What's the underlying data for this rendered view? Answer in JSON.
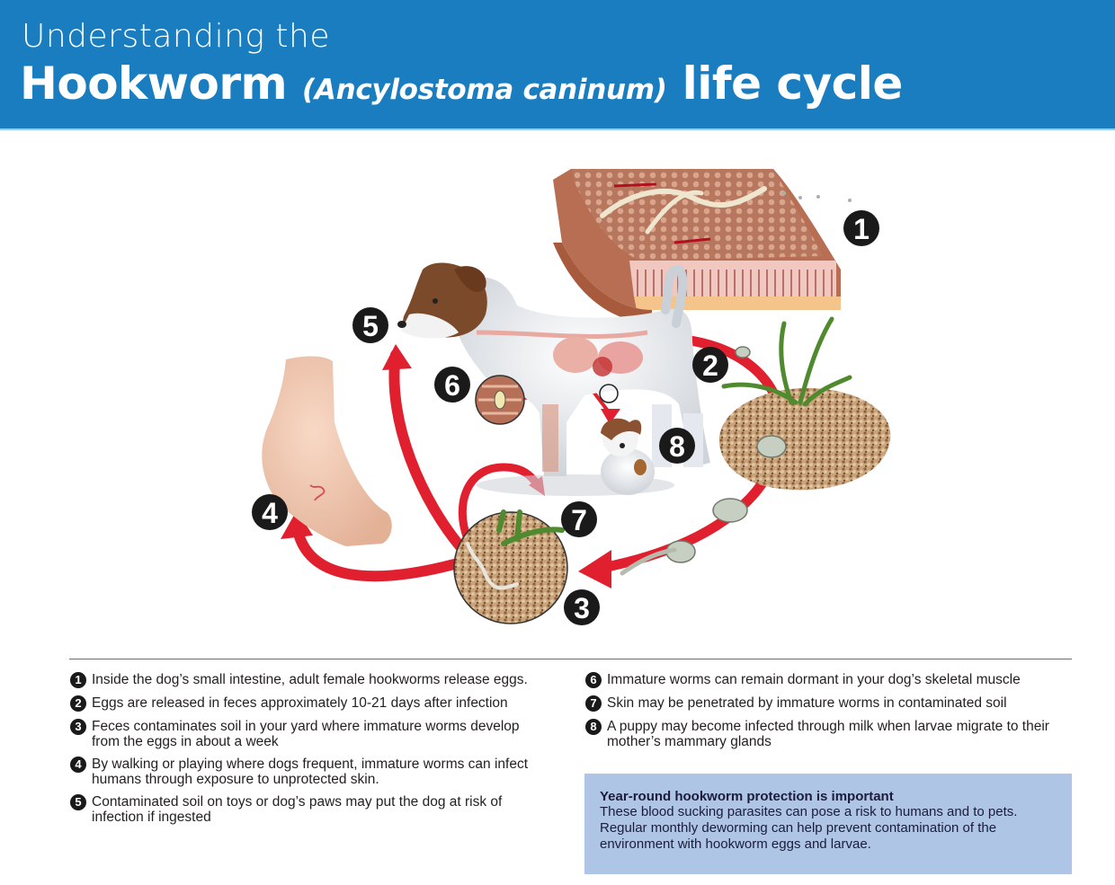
{
  "header": {
    "line1": "Understanding the",
    "title_main": "Hookworm",
    "title_latin": "(Ancylostoma caninum)",
    "title_end": "life cycle",
    "background_color": "#1a7dbf"
  },
  "diagram": {
    "badges": [
      "1",
      "2",
      "3",
      "4",
      "5",
      "6",
      "7",
      "8"
    ],
    "figures": [
      "intestine-cross-section",
      "adult-dog",
      "puppy",
      "human-foot",
      "soil-with-grass",
      "soil-closeup",
      "hookworm-eggs",
      "larvae"
    ],
    "arrow_color": "#e0202e"
  },
  "steps": [
    {
      "num": "1",
      "text": "Inside the dog’s small intestine, adult female hookworms release eggs."
    },
    {
      "num": "2",
      "text": "Eggs are released in feces approximately 10-21 days after infection"
    },
    {
      "num": "3",
      "text": "Feces contaminates soil in your yard where immature worms develop from the eggs in about a week"
    },
    {
      "num": "4",
      "text": "By walking or playing where dogs frequent, immature worms can infect humans through exposure to unprotected skin."
    },
    {
      "num": "5",
      "text": "Contaminated soil on toys or dog’s paws may put the dog at risk of infection if ingested"
    },
    {
      "num": "6",
      "text": "Immature worms can remain dormant in your dog’s skeletal muscle"
    },
    {
      "num": "7",
      "text": "Skin may be penetrated by immature worms in contaminated soil"
    },
    {
      "num": "8",
      "text": "A puppy may become infected through milk when larvae migrate to their mother’s mammary glands"
    }
  ],
  "callout": {
    "title": "Year-round hookworm protection is important",
    "body": "These blood sucking parasites can pose a risk to humans and to pets. Regular monthly deworming can help prevent contamination of the environment with hookworm eggs and larvae.",
    "background_color": "#aec5e6"
  }
}
